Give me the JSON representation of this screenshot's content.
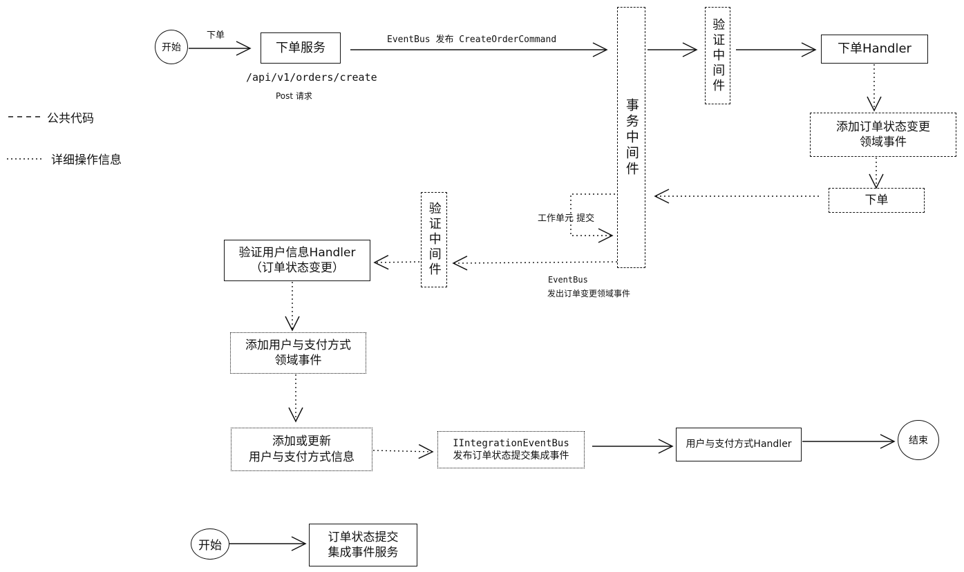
{
  "legend": {
    "public_code": "公共代码",
    "detail_info": "详细操作信息"
  },
  "nodes": {
    "start1": "开始",
    "order_service": "下单服务",
    "api_path": "/api/v1/orders/create",
    "post_request": "Post 请求",
    "tx_middleware": "事务中间件",
    "validate_mw_top": "验证中间件",
    "order_handler": "下单Handler",
    "add_status_event_l1": "添加订单状态变更",
    "add_status_event_l2": "领域事件",
    "place_order": "下单",
    "validate_mw_mid": "验证中间件",
    "verify_user_handler_l1": "验证用户信息Handler",
    "verify_user_handler_l2": "（订单状态变更）",
    "add_user_payment_event_l1": "添加用户与支付方式",
    "add_user_payment_event_l2": "领域事件",
    "add_update_info_l1": "添加或更新",
    "add_update_info_l2": "用户与支付方式信息",
    "integration_bus_l1": "IIntegrationEventBus",
    "integration_bus_l2": "发布订单状态提交集成事件",
    "user_payment_handler": "用户与支付方式Handler",
    "end": "结束",
    "start2": "开始",
    "integration_service_l1": "订单状态提交",
    "integration_service_l2": "集成事件服务"
  },
  "edge_labels": {
    "place_order": "下单",
    "eventbus_publish": "EventBus 发布 CreateOrderCommand",
    "unit_of_work": "工作单元 提交",
    "eventbus_emit_l1": "EventBus",
    "eventbus_emit_l2": "发出订单变更领域事件"
  }
}
